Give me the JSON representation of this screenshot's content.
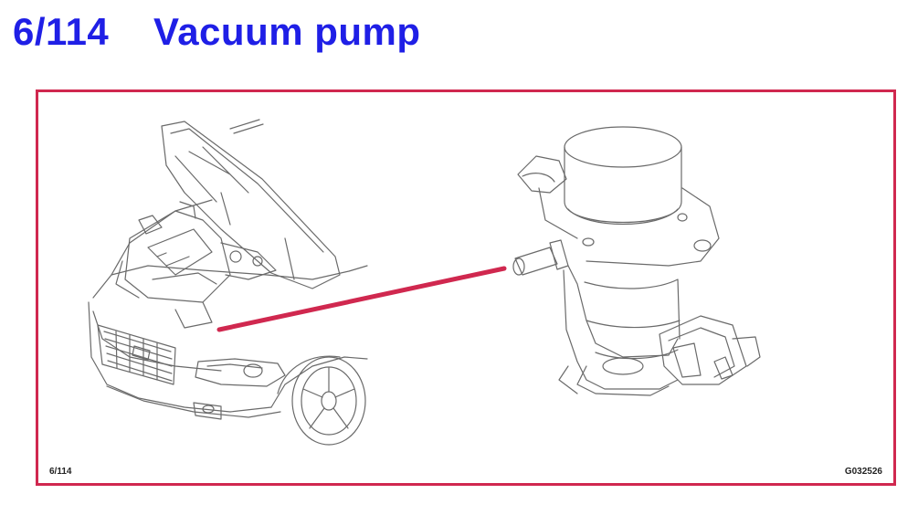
{
  "header": {
    "number": "6/114",
    "title": "Vacuum pump"
  },
  "figure": {
    "ref_left": "6/114",
    "ref_right": "G032526",
    "colors": {
      "frame": "#d0284f",
      "pointer": "#d0284f",
      "title": "#1f1fe6",
      "line_art": "#555555"
    }
  }
}
